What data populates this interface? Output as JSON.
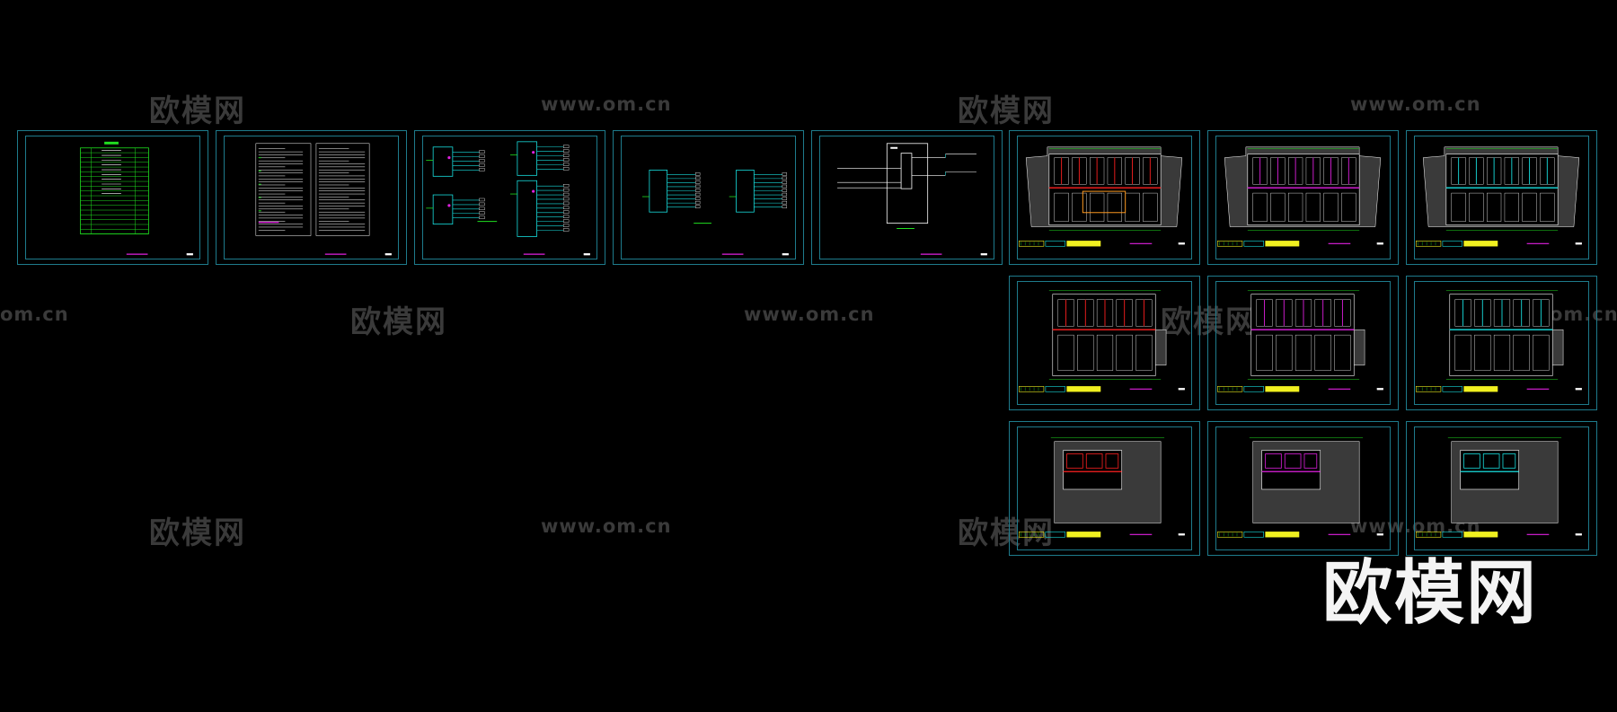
{
  "watermarks": {
    "cn": "欧模网",
    "url": "www.om.cn",
    "url_cropped": "om.cn",
    "big": "欧模网"
  },
  "colors": {
    "background": "#000000",
    "sheet_border": "#1e7b8c",
    "cyan": "#18e0e0",
    "green": "#20e020",
    "magenta": "#e020e0",
    "red": "#ff2020",
    "yellow": "#f0f020",
    "orange": "#ff9a20",
    "white": "#ffffff",
    "gray": "#707070"
  },
  "sheets": [
    {
      "kind": "table"
    },
    {
      "kind": "notes"
    },
    {
      "kind": "schematic-a"
    },
    {
      "kind": "schematic-b"
    },
    {
      "kind": "block"
    },
    {
      "kind": "plan-wide",
      "accent": "red"
    },
    {
      "kind": "plan-wide",
      "accent": "magenta"
    },
    {
      "kind": "plan-wide",
      "accent": "cyan"
    },
    {
      "kind": "plan-mid",
      "accent": "red"
    },
    {
      "kind": "plan-mid",
      "accent": "magenta"
    },
    {
      "kind": "plan-mid",
      "accent": "cyan"
    },
    {
      "kind": "plan-small",
      "accent": "red"
    },
    {
      "kind": "plan-small",
      "accent": "magenta"
    },
    {
      "kind": "plan-small",
      "accent": "cyan"
    }
  ]
}
